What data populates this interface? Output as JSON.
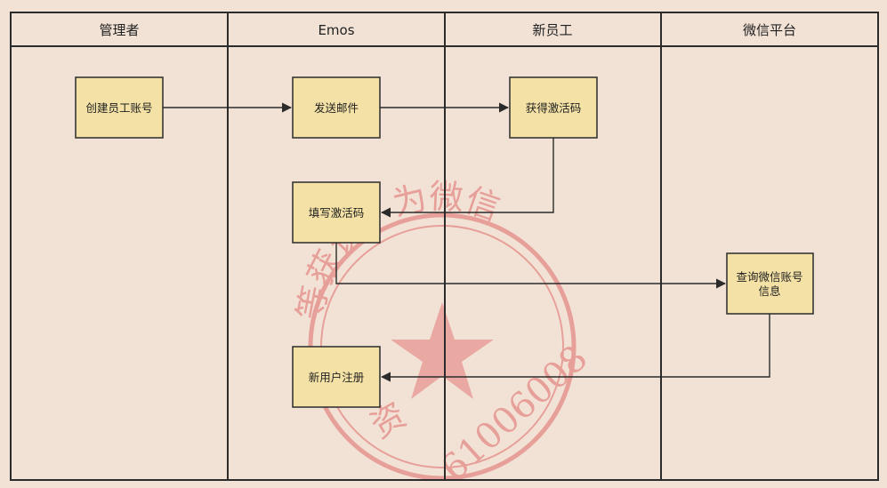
{
  "lanes": [
    {
      "title": "管理者"
    },
    {
      "title": "Emos"
    },
    {
      "title": "新员工"
    },
    {
      "title": "微信平台"
    }
  ],
  "nodes": {
    "create_account": "创建员工账号",
    "send_email": "发送邮件",
    "get_code": "获得激活码",
    "fill_code": "填写激活码",
    "query_wechat": [
      "查询微信账号",
      "信息"
    ],
    "register": "新用户注册"
  },
  "watermark": {
    "arc_text": "等获课，为微信",
    "number": "61006008",
    "left_char": "资"
  },
  "colors": {
    "background": "#f2e2d6",
    "node_fill": "#f4e1a6",
    "line": "#2b2b2b",
    "stamp": "#e48a85"
  }
}
